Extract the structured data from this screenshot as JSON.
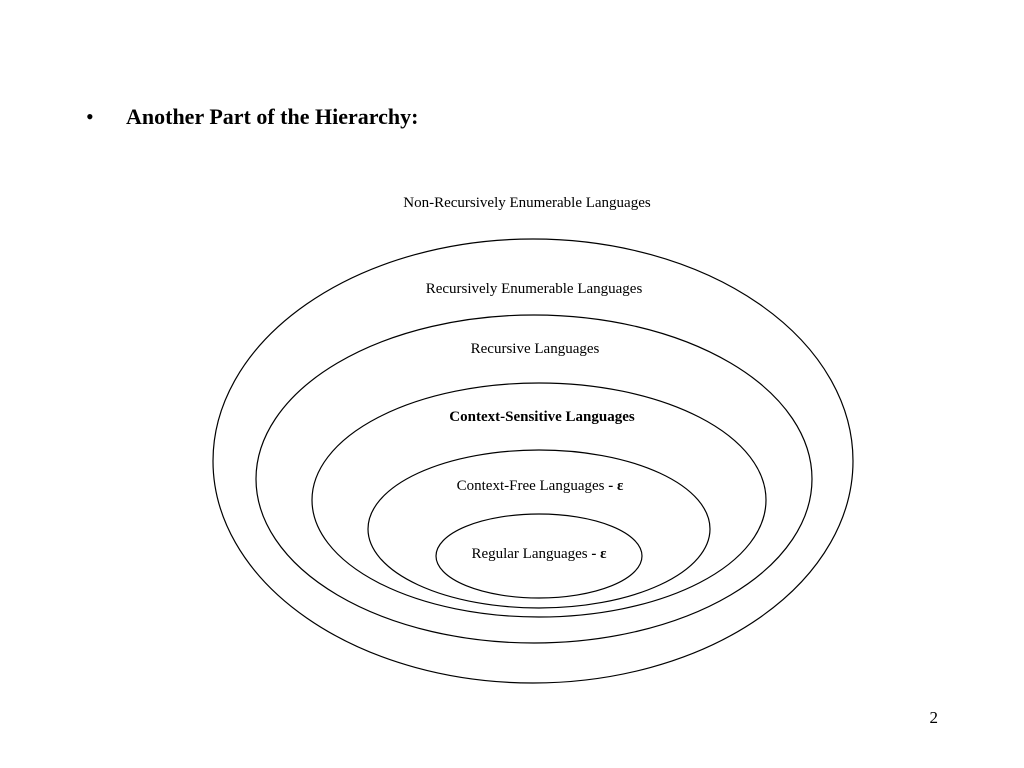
{
  "slide": {
    "bullet": "•",
    "heading": "Another Part of the Hierarchy:",
    "page_number": "2"
  },
  "diagram": {
    "outer_label": "Non-Recursively Enumerable Languages",
    "re_label": "Recursively Enumerable Languages",
    "recursive_label": "Recursive Languages",
    "cs_label": "Context-Sensitive Languages",
    "cf_label": "Context-Free Languages",
    "cf_suffix": "- ε",
    "regular_label": "Regular Languages",
    "regular_suffix": "- ε"
  }
}
